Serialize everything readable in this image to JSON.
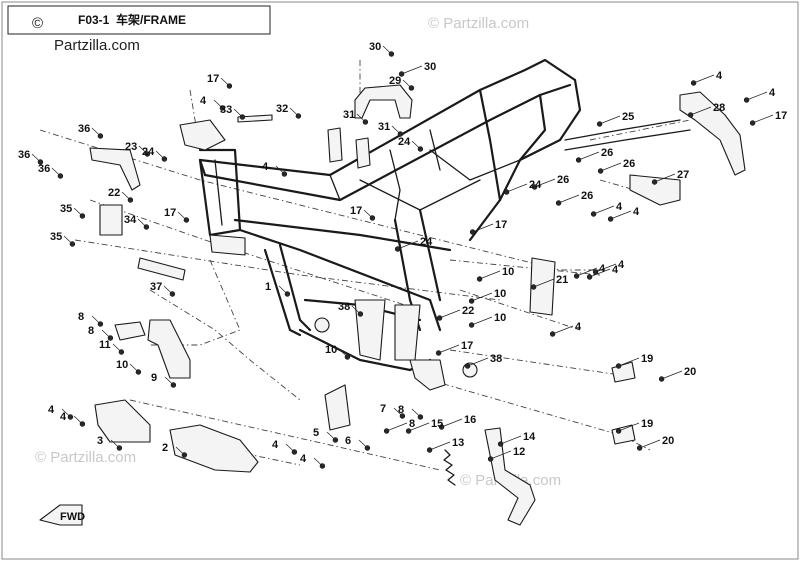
{
  "header": {
    "code": "F03-1",
    "title": "车架/FRAME"
  },
  "brand": {
    "mark": "©",
    "name": "Partzilla.com"
  },
  "watermarks": [
    {
      "text": "© Partzilla.com"
    },
    {
      "text": "© Partzilla.com"
    },
    {
      "text": "© Partzilla.com"
    }
  ],
  "fwd_badge": {
    "text": "FWD"
  },
  "callouts": [
    "30",
    "30",
    "29",
    "17",
    "4",
    "33",
    "32",
    "31",
    "31",
    "24",
    "4",
    "36",
    "36",
    "36",
    "23",
    "24",
    "22",
    "35",
    "35",
    "34",
    "17",
    "17",
    "17",
    "24",
    "24",
    "4",
    "28",
    "4",
    "17",
    "25",
    "26",
    "26",
    "26",
    "26",
    "27",
    "4",
    "4",
    "4",
    "21",
    "4",
    "10",
    "10",
    "10",
    "22",
    "37",
    "1",
    "38",
    "10",
    "17",
    "38",
    "8",
    "8",
    "11",
    "10",
    "9",
    "19",
    "20",
    "19",
    "20",
    "4",
    "4",
    "3",
    "2",
    "4",
    "4",
    "5",
    "6",
    "7",
    "8",
    "8",
    "15",
    "16",
    "13",
    "14",
    "12",
    "4",
    "4"
  ]
}
